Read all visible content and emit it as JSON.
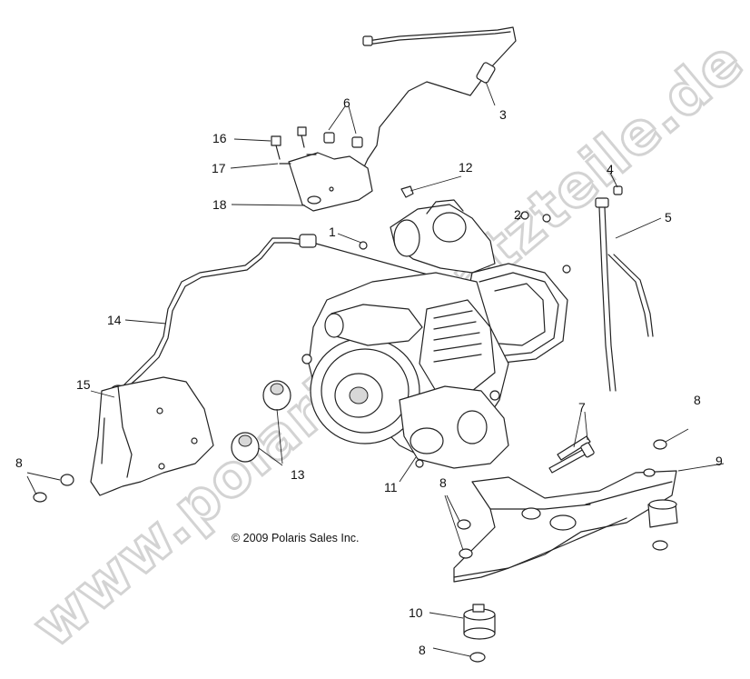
{
  "callouts": {
    "c1": "1",
    "c2": "2",
    "c3": "3",
    "c4": "4",
    "c5": "5",
    "c6": "6",
    "c7": "7",
    "c8a": "8",
    "c8b": "8",
    "c8c": "8",
    "c8d": "8",
    "c9": "9",
    "c10": "10",
    "c11": "11",
    "c12": "12",
    "c13": "13",
    "c14": "14",
    "c15": "15",
    "c16": "16",
    "c17": "17",
    "c18": "18"
  },
  "copyright": "© 2009 Polaris Sales Inc.",
  "watermark": "www.polaris-ersatzteile.de"
}
